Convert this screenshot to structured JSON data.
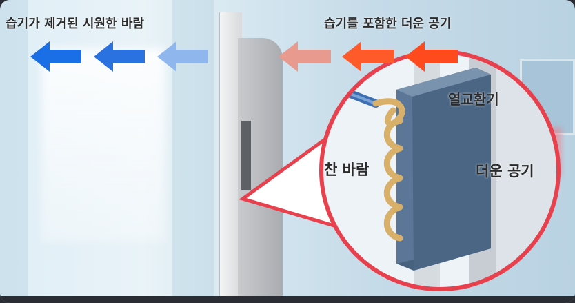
{
  "labels": {
    "dry_cool_air": "습기가 제거된 시원한 바람",
    "humid_warm_air": "습기를 포함한 더운 공기",
    "heat_exchanger": "열교환기",
    "cold_air": "찬 바람",
    "warm_air": "더운 공기"
  },
  "arrows": {
    "left_direction": "left",
    "colors": [
      "#1a6fe6",
      "#2a72e0",
      "#8fb7ee",
      "#e89a8e",
      "#ff5a2a",
      "#ff4a1e"
    ]
  },
  "colors": {
    "callout_ring": "#e8404d",
    "heat_exchanger_body": "#5b7696",
    "copper_coil": "#d9b06a",
    "blue_pipe": "#3d6fb3"
  },
  "icons": [
    "arrow-left-icon",
    "heat-exchanger-icon",
    "coil-icon"
  ]
}
